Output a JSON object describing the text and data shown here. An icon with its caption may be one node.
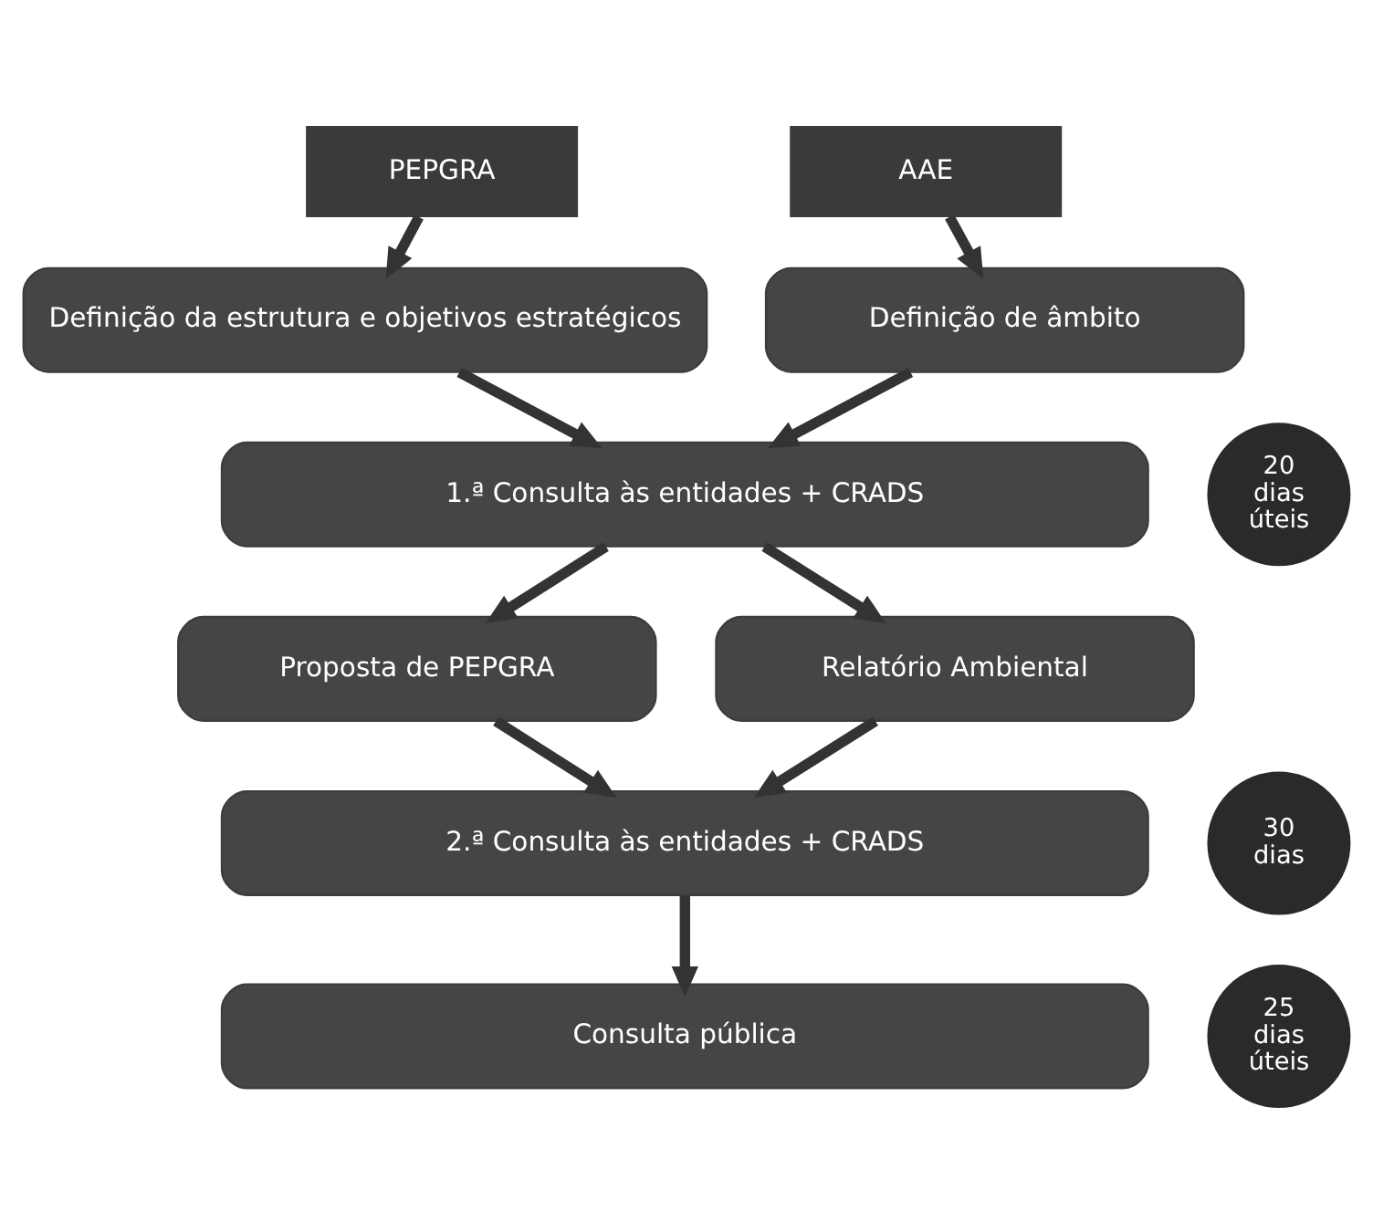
{
  "diagram": {
    "nodes": [
      {
        "text": [
          "PEPGRA"
        ]
      },
      {
        "text": [
          "AAE"
        ]
      },
      {
        "text": [
          "Definição da estrutura e objetivos estratégicos"
        ]
      },
      {
        "text": [
          "Definição de âmbito"
        ]
      },
      {
        "text": [
          "1.ª Consulta às entidades + CRADS"
        ]
      },
      {
        "text": [
          "20 dias úteis"
        ]
      },
      {
        "text": [
          "Proposta de PEPGRA"
        ]
      },
      {
        "text": [
          "Relatório Ambiental"
        ]
      },
      {
        "text": [
          "2.ª Consulta às entidades + CRADS"
        ]
      },
      {
        "text": [
          "30 dias"
        ]
      },
      {
        "text": [
          "Consulta pública"
        ]
      },
      {
        "text": [
          "25 dias úteis"
        ]
      }
    ],
    "edges": [
      {
        "from": 0,
        "to": 2,
        "arrow": "to"
      },
      {
        "from": 1,
        "to": 3,
        "arrow": "to"
      },
      {
        "from": 2,
        "to": 4,
        "arrow": "to"
      },
      {
        "from": 3,
        "to": 4,
        "arrow": "to"
      },
      {
        "from": 4,
        "to": 6,
        "arrow": "to"
      },
      {
        "from": 4,
        "to": 7,
        "arrow": "to"
      },
      {
        "from": 6,
        "to": 8,
        "arrow": "to"
      },
      {
        "from": 7,
        "to": 8,
        "arrow": "to"
      },
      {
        "from": 8,
        "to": 10,
        "arrow": "to"
      }
    ]
  }
}
